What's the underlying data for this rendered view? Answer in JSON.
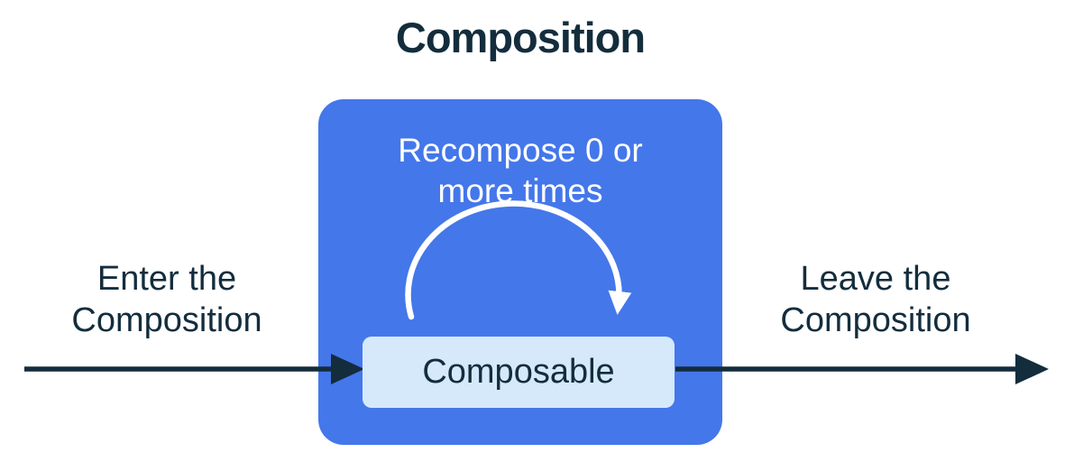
{
  "title": "Composition",
  "composition_box": {
    "recompose_label": "Recompose 0 or\nmore times",
    "composable_label": "Composable"
  },
  "flow_labels": {
    "enter": "Enter the\nComposition",
    "leave": "Leave the\nComposition"
  },
  "colors": {
    "box_blue": "#4477ea",
    "composable_light_blue": "#d5e9fb",
    "ink_navy": "#132d3d",
    "arc_white": "#ffffff",
    "background": "#ffffff"
  }
}
